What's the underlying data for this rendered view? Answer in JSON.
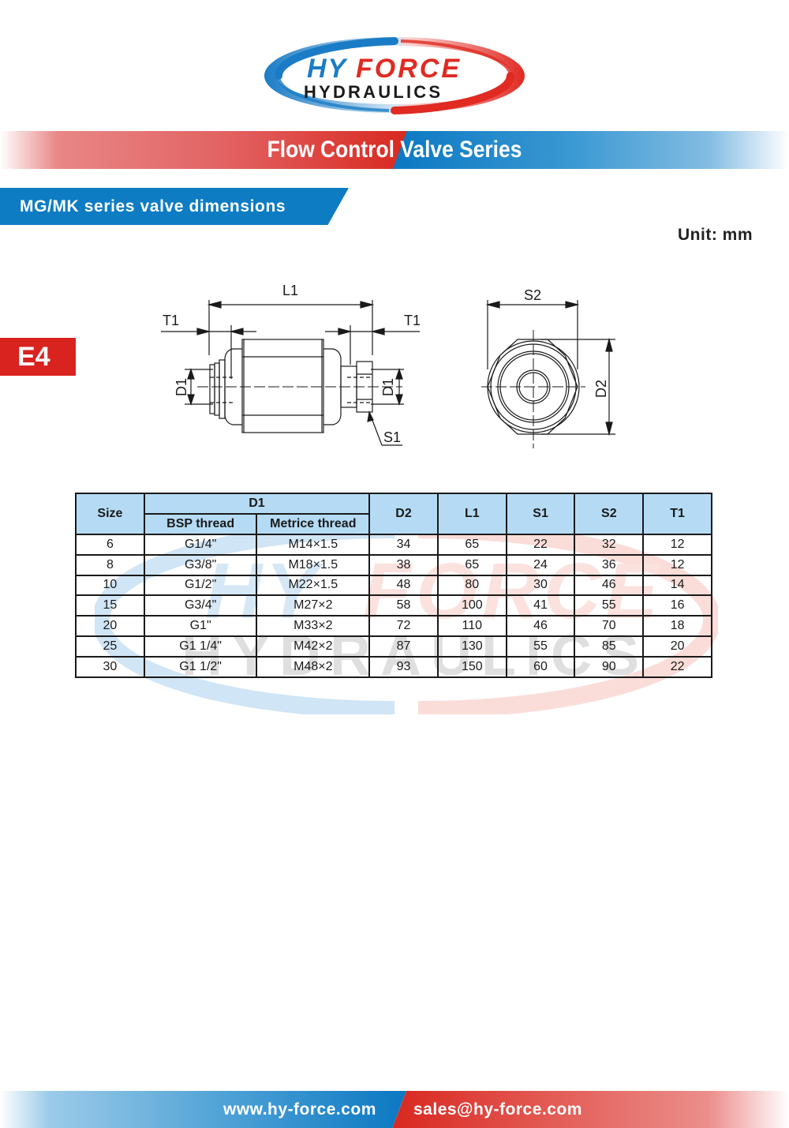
{
  "logo": {
    "brand_top_left": "HY",
    "brand_top_right": "FORCE",
    "brand_bottom": "HYDRAULICS",
    "colors": {
      "blue": "#1a7cc6",
      "red": "#e02a22",
      "black": "#1a1a1a"
    }
  },
  "banner": {
    "title": "Flow Control Valve Series",
    "colors": {
      "red": "#d8281f",
      "blue": "#0b78c2"
    }
  },
  "section": {
    "title": "MG/MK series valve dimensions",
    "color": "#0e7cc3"
  },
  "unit_label": "Unit: mm",
  "page_badge": {
    "label": "E4",
    "color": "#d9231e"
  },
  "drawing": {
    "side_view": {
      "labels": {
        "l1": "L1",
        "t1_left": "T1",
        "t1_right": "T1",
        "d1_left": "D1",
        "d1_right": "D1",
        "s1": "S1"
      }
    },
    "end_view": {
      "labels": {
        "s2": "S2",
        "d2": "D2"
      }
    }
  },
  "table": {
    "headers": {
      "size": "Size",
      "d1": "D1",
      "bsp": "BSP thread",
      "metric": "Metrice thread",
      "d2": "D2",
      "l1": "L1",
      "s1": "S1",
      "s2": "S2",
      "t1": "T1"
    },
    "header_bg": "#b5dbf4",
    "rows": [
      {
        "size": "6",
        "bsp": "G1/4\"",
        "metric": "M14×1.5",
        "d2": "34",
        "l1": "65",
        "s1": "22",
        "s2": "32",
        "t1": "12"
      },
      {
        "size": "8",
        "bsp": "G3/8\"",
        "metric": "M18×1.5",
        "d2": "38",
        "l1": "65",
        "s1": "24",
        "s2": "36",
        "t1": "12"
      },
      {
        "size": "10",
        "bsp": "G1/2\"",
        "metric": "M22×1.5",
        "d2": "48",
        "l1": "80",
        "s1": "30",
        "s2": "46",
        "t1": "14"
      },
      {
        "size": "15",
        "bsp": "G3/4\"",
        "metric": "M27×2",
        "d2": "58",
        "l1": "100",
        "s1": "41",
        "s2": "55",
        "t1": "16"
      },
      {
        "size": "20",
        "bsp": "G1\"",
        "metric": "M33×2",
        "d2": "72",
        "l1": "110",
        "s1": "46",
        "s2": "70",
        "t1": "18"
      },
      {
        "size": "25",
        "bsp": "G1 1/4\"",
        "metric": "M42×2",
        "d2": "87",
        "l1": "130",
        "s1": "55",
        "s2": "85",
        "t1": "20"
      },
      {
        "size": "30",
        "bsp": "G1 1/2\"",
        "metric": "M48×2",
        "d2": "93",
        "l1": "150",
        "s1": "60",
        "s2": "90",
        "t1": "22"
      }
    ]
  },
  "watermark": {
    "top_left": "HY",
    "top_right": "FORCE",
    "bottom": "HYDRAULICS"
  },
  "footer": {
    "website": "www.hy-force.com",
    "email": "sales@hy-force.com"
  }
}
